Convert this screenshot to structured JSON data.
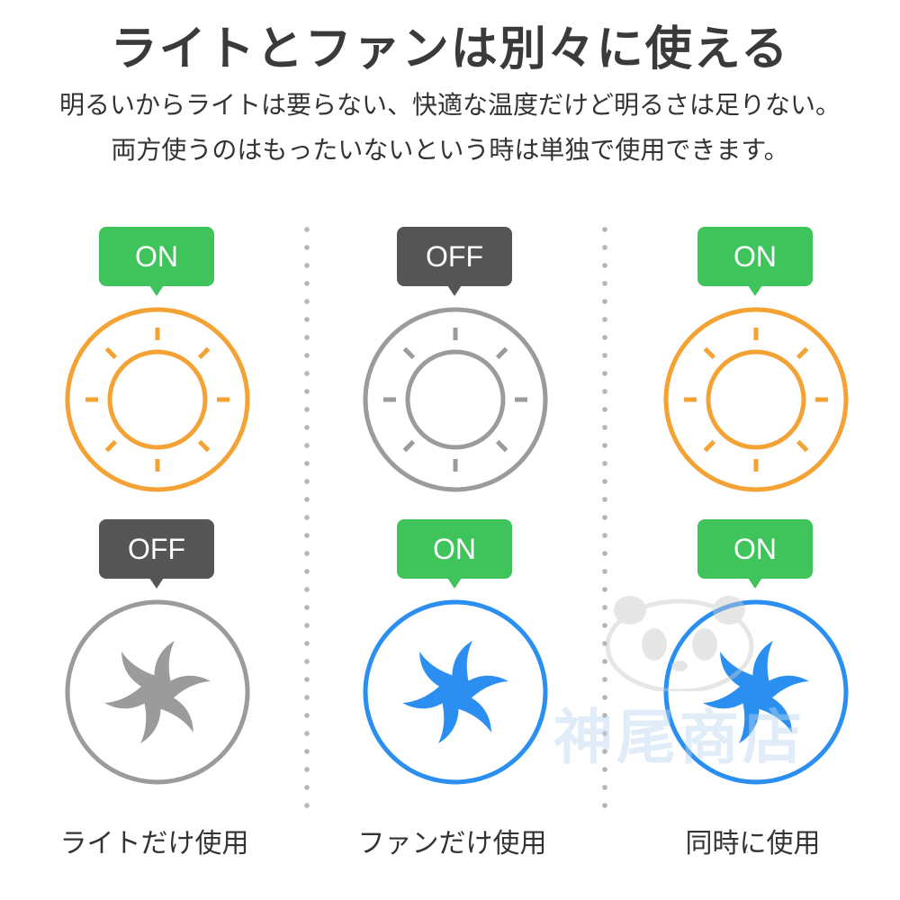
{
  "header": {
    "title": "ライトとファンは別々に使える",
    "subtitle_line1": "明るいからライトは要らない、快適な温度だけど明るさは足りない。",
    "subtitle_line2": "両方使うのはもったいないという時は単独で使用できます。"
  },
  "colors": {
    "on_badge": "#3ec45b",
    "off_badge": "#555555",
    "light_on": "#f4a233",
    "inactive": "#9b9b9b",
    "fan_on": "#2a8ff0"
  },
  "icons": {
    "light": "sun-icon",
    "fan": "fan-icon"
  },
  "columns": [
    {
      "light_status": "ON",
      "fan_status": "OFF",
      "caption": "ライトだけ使用"
    },
    {
      "light_status": "OFF",
      "fan_status": "ON",
      "caption": "ファンだけ使用"
    },
    {
      "light_status": "ON",
      "fan_status": "ON",
      "caption": "同時に使用"
    }
  ],
  "watermark": {
    "text": "神尾商店"
  }
}
